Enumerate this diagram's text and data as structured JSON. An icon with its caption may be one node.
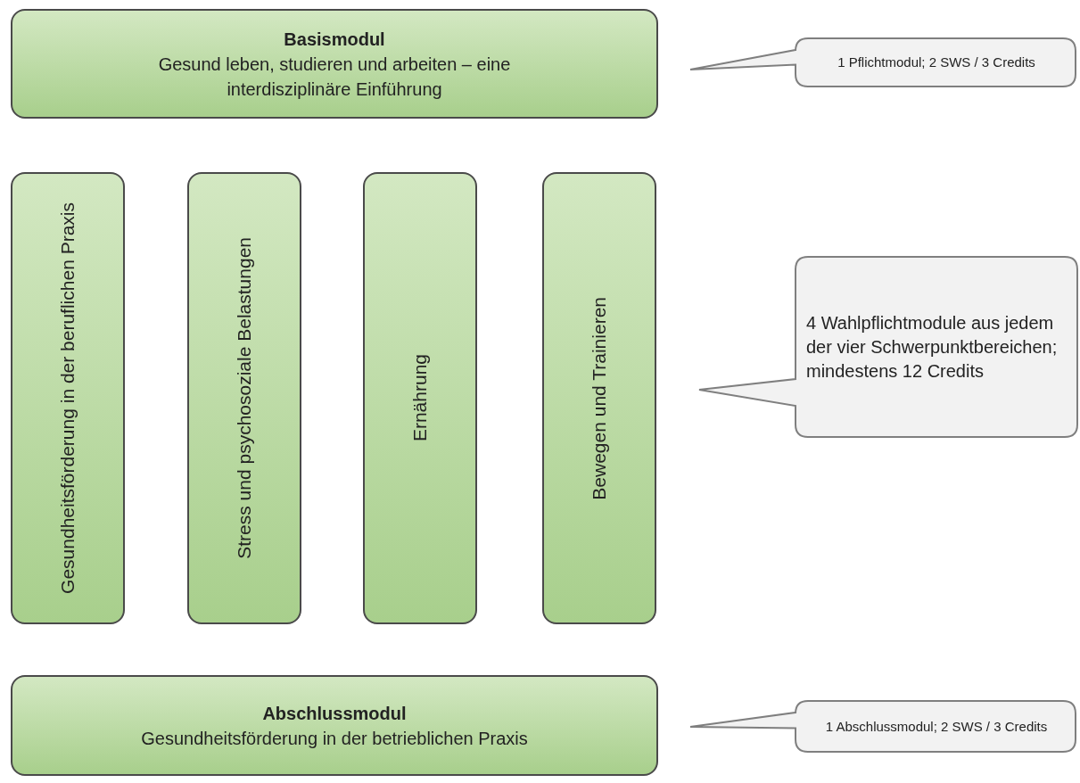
{
  "diagram": {
    "nodes": [
      {
        "text": [
          "Basismodul",
          "Gesund leben, studieren und arbeiten – eine interdisziplinäre Einführung"
        ]
      },
      {
        "text": [
          "1 Pflichtmodul; 2 SWS / 3 Credits"
        ]
      },
      {
        "text": [
          "Gesundheitsförderung in der beruflichen Praxis"
        ]
      },
      {
        "text": [
          "Stress und psychosoziale Belastungen"
        ]
      },
      {
        "text": [
          "Ernährung"
        ]
      },
      {
        "text": [
          "Bewegen und Trainieren"
        ]
      },
      {
        "text": [
          "4 Wahlpflichtmodule aus jedem der vier Schwerpunktbereichen; mindestens 12 Credits"
        ]
      },
      {
        "text": [
          "Abschlussmodul",
          "Gesundheitsförderung in der betrieblichen Praxis"
        ]
      },
      {
        "text": [
          "1 Abschlussmodul; 2 SWS / 3 Credits"
        ]
      }
    ]
  }
}
